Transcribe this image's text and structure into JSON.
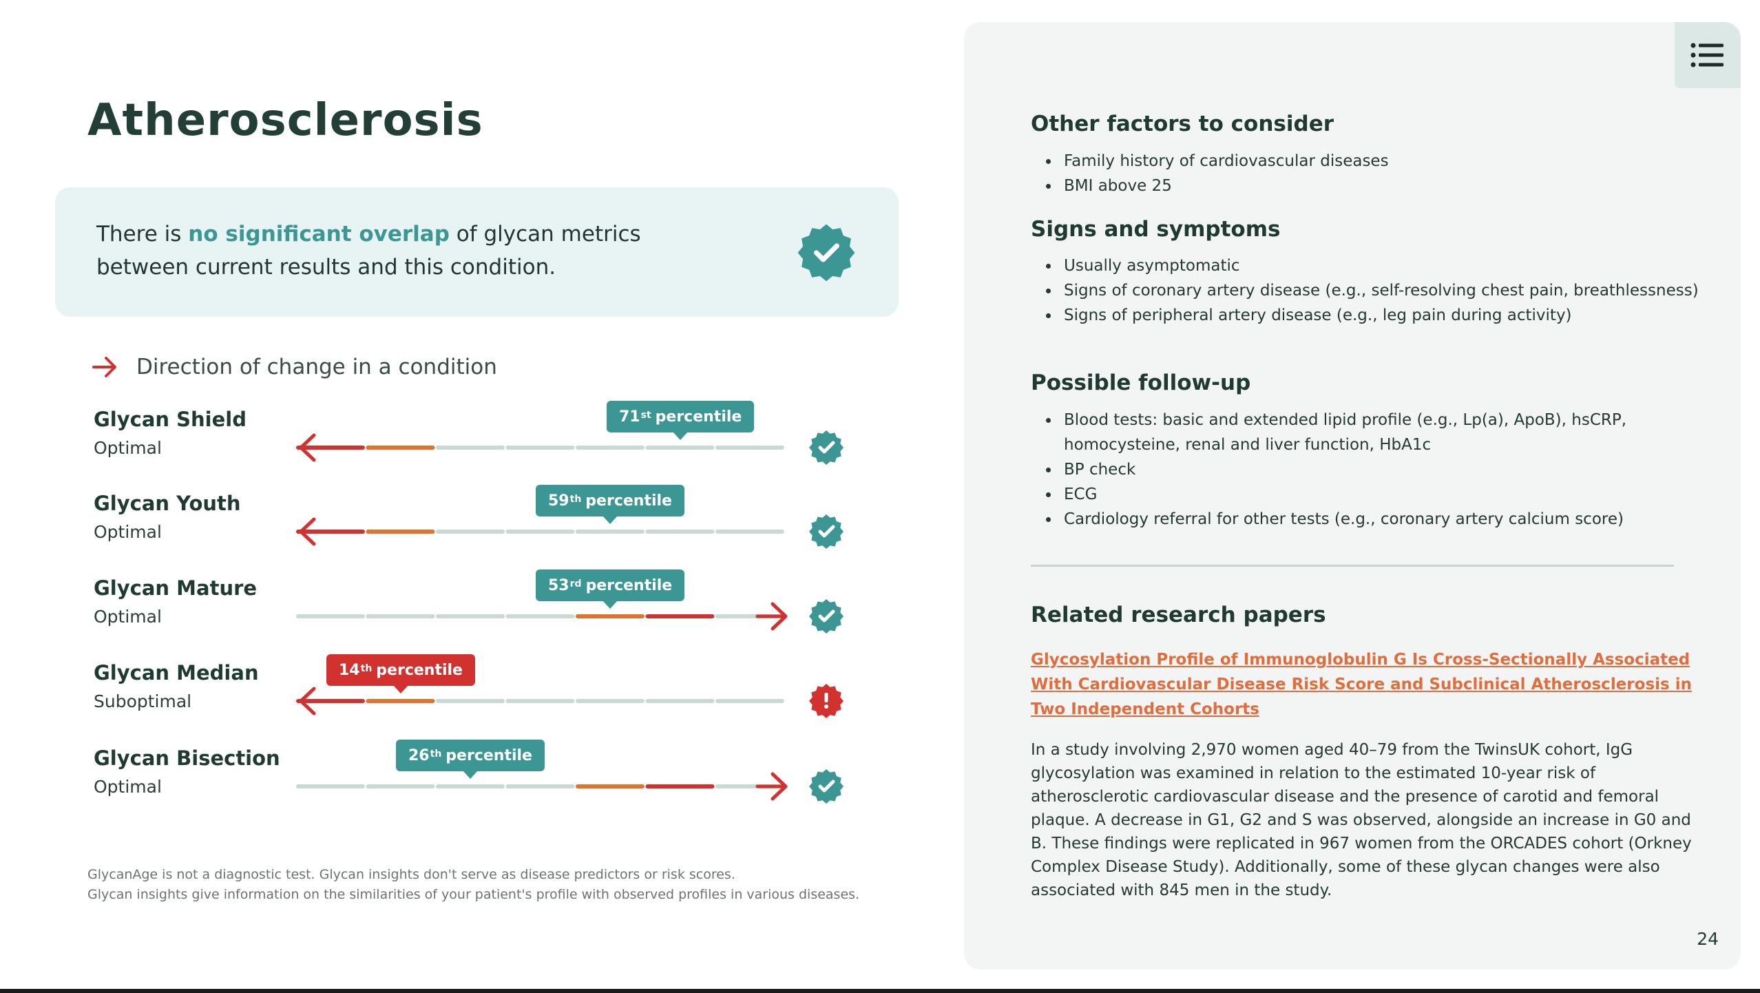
{
  "title": "Atherosclerosis",
  "callout": {
    "before": "There is ",
    "highlight": "no significant overlap",
    "after": " of glycan metrics between current results and this condition."
  },
  "legend_label": "Direction of change in a condition",
  "colors": {
    "teal": "#3c9693",
    "red": "#d2322f",
    "orange": "#e07330",
    "grey": "#cbd9d5"
  },
  "metrics": [
    {
      "name": "Glycan Shield",
      "status": "Optimal",
      "pct": "71",
      "suffix": "st",
      "word": "percentile",
      "direction": "left",
      "flag": "ok",
      "marker_segment": 5
    },
    {
      "name": "Glycan Youth",
      "status": "Optimal",
      "pct": "59",
      "suffix": "th",
      "word": "percentile",
      "direction": "left",
      "flag": "ok",
      "marker_segment": 4
    },
    {
      "name": "Glycan Mature",
      "status": "Optimal",
      "pct": "53",
      "suffix": "rd",
      "word": "percentile",
      "direction": "right",
      "flag": "ok",
      "marker_segment": 4
    },
    {
      "name": "Glycan Median",
      "status": "Suboptimal",
      "pct": "14",
      "suffix": "th",
      "word": "percentile",
      "direction": "left",
      "flag": "alert",
      "marker_segment": 1
    },
    {
      "name": "Glycan Bisection",
      "status": "Optimal",
      "pct": "26",
      "suffix": "th",
      "word": "percentile",
      "direction": "right",
      "flag": "ok",
      "marker_segment": 2
    }
  ],
  "footnote": {
    "line1": "GlycanAge is not a diagnostic test. Glycan insights don't serve as disease predictors or risk scores.",
    "line2": "Glycan insights give information on the similarities of your patient's profile with observed profiles in various diseases."
  },
  "right": {
    "other_factors": {
      "heading": "Other factors to consider",
      "items": [
        "Family history of cardiovascular diseases",
        "BMI above 25"
      ]
    },
    "signs": {
      "heading": "Signs and symptoms",
      "items": [
        "Usually asymptomatic",
        "Signs of coronary artery disease (e.g., self-resolving chest pain, breathlessness)",
        "Signs of peripheral artery disease (e.g., leg pain during activity)"
      ]
    },
    "followup": {
      "heading": "Possible follow-up",
      "items": [
        "Blood tests: basic and extended lipid profile (e.g., Lp(a), ApoB), hsCRP, homocysteine, renal and liver function, HbA1c",
        "BP check",
        "ECG",
        "Cardiology referral for other tests (e.g., coronary artery calcium score)"
      ]
    },
    "research": {
      "heading": "Related research papers",
      "link": "Glycosylation Profile of Immunoglobulin G Is Cross-Sectionally Associated With Cardiovascular Disease Risk Score and Subclinical Atherosclerosis in Two Independent Cohorts",
      "body": "In a study involving 2,970 women aged 40–79 from the TwinsUK cohort, IgG glycosylation was examined in relation to the estimated 10-year risk of atherosclerotic cardiovascular disease and the presence of carotid and femoral plaque. A decrease in G1, G2 and S was observed, alongside an increase in G0 and B. These findings were replicated in 967 women from the ORCADES cohort (Orkney Complex Disease Study). Additionally, some of these glycan changes were also associated with 845 men in the study."
    },
    "page_number": "24"
  }
}
